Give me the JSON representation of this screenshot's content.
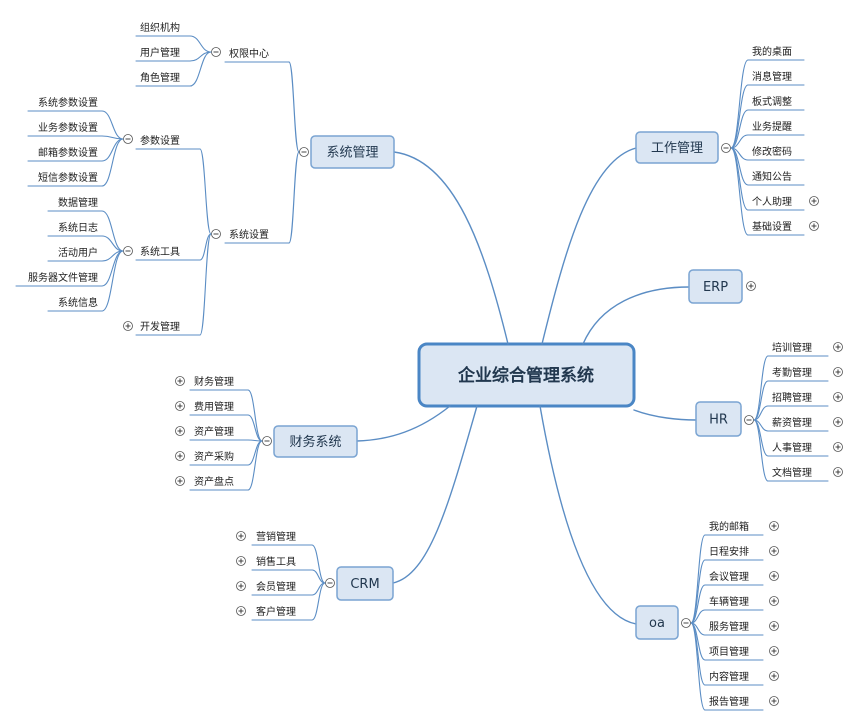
{
  "root": "企业综合管理系统",
  "branches": {
    "xitong": {
      "label": "系统管理",
      "quanxian": {
        "label": "权限中心",
        "items": [
          "组织机构",
          "用户管理",
          "角色管理"
        ]
      },
      "shezhi": {
        "label": "系统设置",
        "canshu": {
          "label": "参数设置",
          "items": [
            "系统参数设置",
            "业务参数设置",
            "邮箱参数设置",
            "短信参数设置"
          ]
        },
        "gongju": {
          "label": "系统工具",
          "items": [
            "数据管理",
            "系统日志",
            "活动用户",
            "服务器文件管理",
            "系统信息"
          ]
        },
        "kaifa": "开发管理"
      }
    },
    "caiwu": {
      "label": "财务系统",
      "items": [
        "财务管理",
        "费用管理",
        "资产管理",
        "资产采购",
        "资产盘点"
      ]
    },
    "crm": {
      "label": "CRM",
      "items": [
        "营销管理",
        "销售工具",
        "会员管理",
        "客户管理"
      ]
    },
    "gongzuo": {
      "label": "工作管理",
      "items": [
        "我的桌面",
        "消息管理",
        "板式调整",
        "业务提醒",
        "修改密码",
        "通知公告",
        "个人助理",
        "基础设置"
      ]
    },
    "erp": {
      "label": "ERP"
    },
    "hr": {
      "label": "HR",
      "items": [
        "培训管理",
        "考勤管理",
        "招聘管理",
        "薪资管理",
        "人事管理",
        "文档管理"
      ]
    },
    "oa": {
      "label": "oa",
      "items": [
        "我的邮箱",
        "日程安排",
        "会议管理",
        "车辆管理",
        "服务管理",
        "项目管理",
        "内容管理",
        "报告管理"
      ]
    }
  },
  "colors": {
    "line": "#5b8dc4",
    "box_fill": "#dbe6f3",
    "box_border": "#7aa4d2",
    "root_border": "#4a86c5"
  },
  "icons": {
    "collapse": "minus-circle-icon",
    "expand": "plus-circle-icon"
  }
}
